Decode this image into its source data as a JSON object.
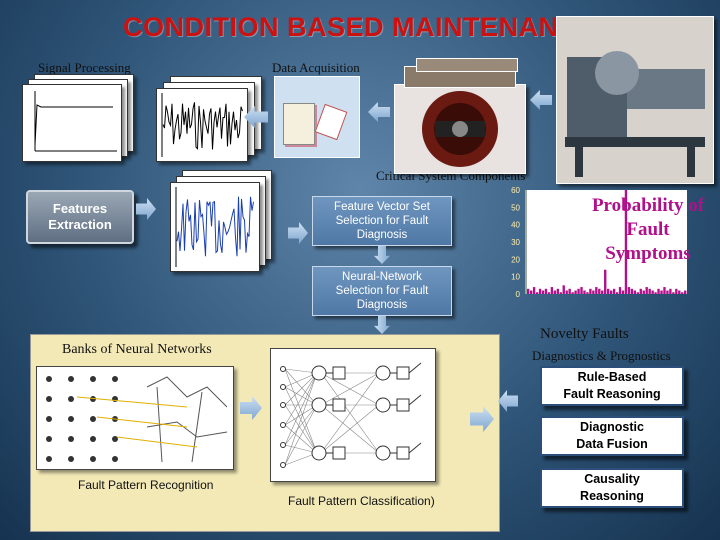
{
  "title": "CONDITION BASED MAINTENANCE",
  "labels": {
    "signal_processing": "Signal Processing",
    "data_acquisition": "Data Acquisition",
    "critical_components": "Critical System Components",
    "banks_nn": "Banks of Neural Networks",
    "novelty_faults": "Novelty Faults",
    "diag_prog": "Diagnostics & Prognostics",
    "fault_pattern_recognition": "Fault Pattern Recognition",
    "fault_pattern_classification": "Fault Pattern Classification)"
  },
  "boxes": {
    "features_extraction": [
      "Features",
      "Extraction"
    ],
    "feature_vector": [
      "Feature Vector Set",
      "Selection for Fault",
      "Diagnosis"
    ],
    "neural_network": [
      "Neural-Network",
      "Selection for Fault",
      "Diagnosis"
    ],
    "rule_based": [
      "Rule-Based",
      "Fault Reasoning"
    ],
    "data_fusion": [
      "Diagnostic",
      "Data Fusion"
    ],
    "causality": [
      "Causality",
      "Reasoning"
    ]
  },
  "chart_data": {
    "type": "bar",
    "title": "Probability of Fault Symptoms",
    "yticks": [
      "60",
      "50",
      "40",
      "30",
      "20",
      "10",
      "0"
    ],
    "ylim": [
      0,
      60
    ],
    "values": [
      3,
      2,
      4,
      1,
      3,
      2,
      3,
      1,
      4,
      2,
      3,
      1,
      5,
      2,
      3,
      1,
      2,
      3,
      4,
      2,
      1,
      3,
      2,
      4,
      3,
      2,
      14,
      3,
      2,
      3,
      1,
      4,
      2,
      60,
      4,
      3,
      2,
      1,
      3,
      2,
      4,
      3,
      2,
      1,
      3,
      2,
      4,
      2,
      3,
      1,
      3,
      2,
      1,
      2
    ],
    "color": "#b0108a"
  }
}
